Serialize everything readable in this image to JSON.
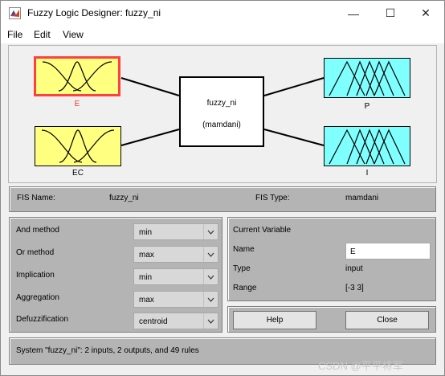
{
  "window": {
    "title": "Fuzzy Logic Designer: fuzzy_ni",
    "controls": {
      "minimize": "—",
      "maximize": "☐",
      "close": "✕"
    }
  },
  "menu": [
    "File",
    "Edit",
    "View"
  ],
  "diagram": {
    "inputs": [
      {
        "name": "E",
        "selected": true,
        "color": "#ffff80",
        "mf_count": 3
      },
      {
        "name": "EC",
        "selected": false,
        "color": "#ffff80",
        "mf_count": 3
      }
    ],
    "system": {
      "name": "fuzzy_ni",
      "type": "(mamdani)"
    },
    "outputs": [
      {
        "name": "P",
        "color": "#80ffff",
        "mf_count": 5
      },
      {
        "name": "I",
        "color": "#80ffff",
        "mf_count": 5
      }
    ],
    "selected_color": "#ff4040"
  },
  "fis_info": {
    "name_label": "FIS Name:",
    "name_value": "fuzzy_ni",
    "type_label": "FIS Type:",
    "type_value": "mamdani"
  },
  "methods": [
    {
      "label": "And method",
      "value": "min"
    },
    {
      "label": "Or method",
      "value": "max"
    },
    {
      "label": "Implication",
      "value": "min"
    },
    {
      "label": "Aggregation",
      "value": "max"
    },
    {
      "label": "Defuzzification",
      "value": "centroid"
    }
  ],
  "current_variable": {
    "header": "Current Variable",
    "name_label": "Name",
    "name_value": "E",
    "type_label": "Type",
    "type_value": "input",
    "range_label": "Range",
    "range_value": "[-3 3]"
  },
  "buttons": {
    "help": "Help",
    "close": "Close"
  },
  "status": "System \"fuzzy_ni\": 2 inputs, 2 outputs, and 49 rules",
  "watermark": "CSDN @平平将军"
}
